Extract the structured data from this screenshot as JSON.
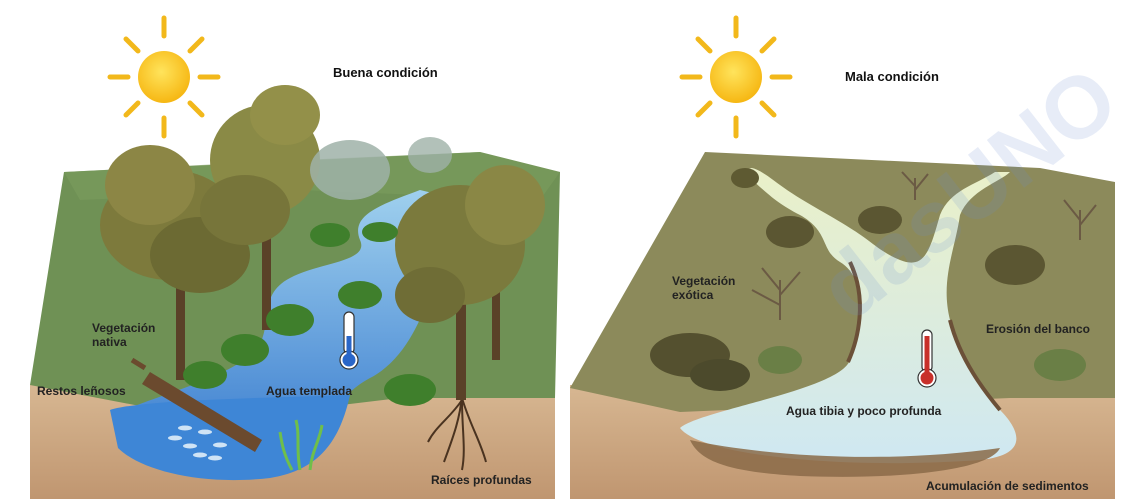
{
  "panels": {
    "good": {
      "title": "Buena condición",
      "labels": {
        "native_vegetation": "Vegetación\nnativa",
        "woody_debris": "Restos leñosos",
        "temperate_water": "Agua templada",
        "deep_roots": "Raíces profundas"
      }
    },
    "bad": {
      "title": "Mala condición",
      "labels": {
        "exotic_vegetation": "Vegetación\nexótica",
        "bank_erosion": "Erosión del banco",
        "warm_shallow_water": "Agua tibia y poco profunda",
        "sediment_accumulation": "Acumulación de sedimentos"
      }
    }
  },
  "watermark": {
    "text": "dasUNO"
  },
  "colors": {
    "sky": "#ffffff",
    "sun": "#f7c51e",
    "sun_rays": "#f2b81b",
    "grass_good": "#6d8f55",
    "grass_bad": "#8c8a5a",
    "soil": "#d2b08a",
    "water_good": "#4f8fd6",
    "water_light": "#b8dcef",
    "water_bad": "#d8ecd9",
    "tree_foliage": "#7c7a3e",
    "thermometer_good": "#2a66c8",
    "thermometer_bad": "#c8302a"
  }
}
